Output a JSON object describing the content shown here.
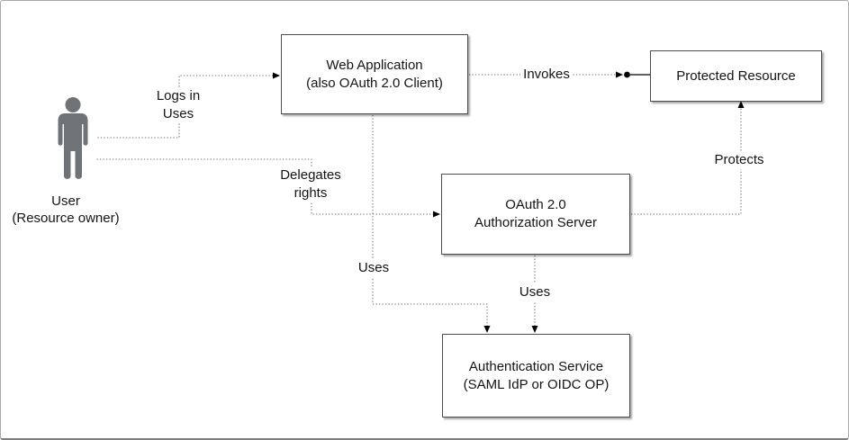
{
  "diagram": {
    "nodes": {
      "user": {
        "line1": "User",
        "line2": "(Resource owner)"
      },
      "web_app": {
        "line1": "Web Application",
        "line2": "(also OAuth 2.0 Client)"
      },
      "protected_resource": {
        "line1": "Protected Resource"
      },
      "oauth_server": {
        "line1": "OAuth 2.0",
        "line2": "Authorization Server"
      },
      "auth_service": {
        "line1": "Authentication Service",
        "line2": "(SAML IdP or OIDC OP)"
      }
    },
    "edges": {
      "logs_in": {
        "from": "user",
        "to": "web_app",
        "line1": "Logs in",
        "line2": "Uses"
      },
      "delegates": {
        "from": "user",
        "to": "oauth_server",
        "line1": "Delegates",
        "line2": "rights"
      },
      "invokes": {
        "from": "web_app",
        "to": "protected_resource",
        "label": "Invokes"
      },
      "protects": {
        "from": "oauth_server",
        "to": "protected_resource",
        "label": "Protects"
      },
      "web_app_uses": {
        "from": "web_app",
        "to": "auth_service",
        "label": "Uses"
      },
      "oauth_uses": {
        "from": "oauth_server",
        "to": "auth_service",
        "label": "Uses"
      }
    },
    "colors": {
      "box_fill": "#ffffff",
      "box_border": "#4d4d4d",
      "connector": "#7f7f7f",
      "arrow": "#000000",
      "text": "#141414",
      "actor": "#6e7377",
      "canvas_border": "#a9a9a9"
    }
  }
}
